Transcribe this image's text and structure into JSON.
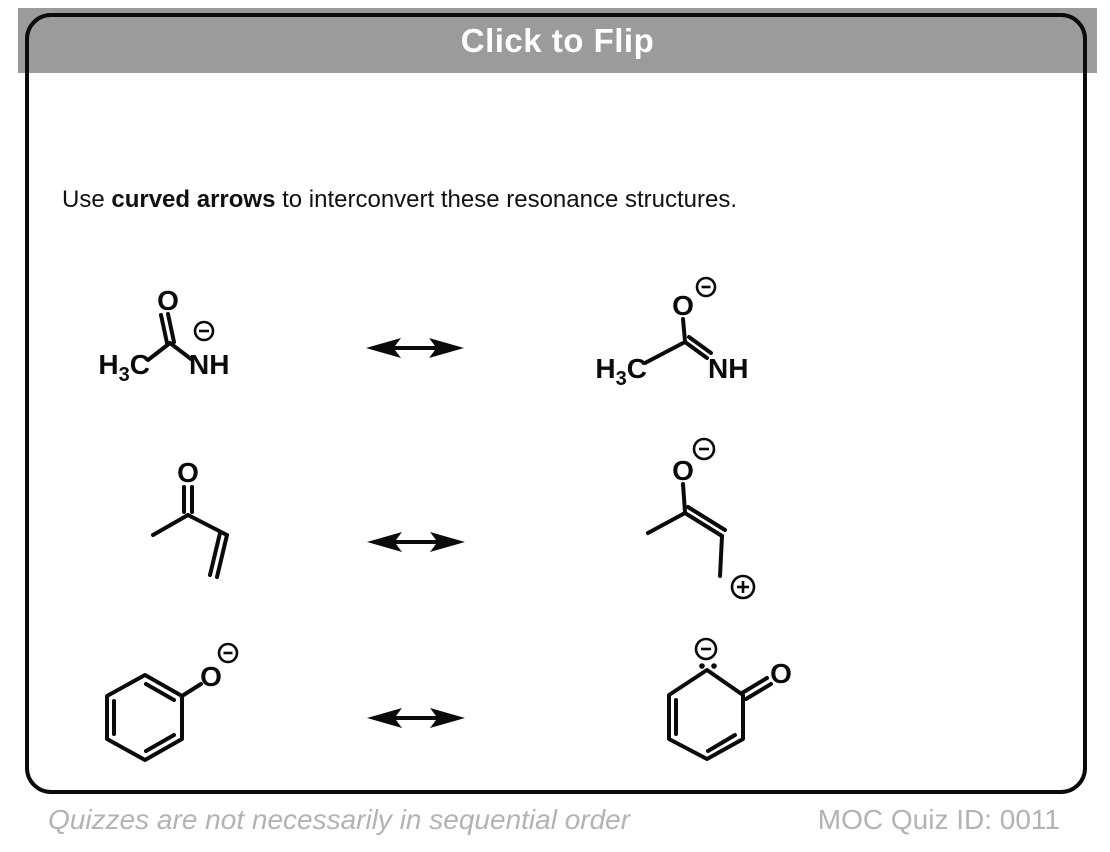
{
  "header": {
    "title": "Click to Flip",
    "bar_color": "#9b9b9b",
    "text_color": "#ffffff"
  },
  "instruction": {
    "pre": "Use ",
    "emphasis": "curved arrows",
    "post": " to interconvert these resonance structures."
  },
  "atom_labels": {
    "o": "O",
    "nh": "NH",
    "h": "H",
    "sub3": "3",
    "c": "C"
  },
  "rows": [
    {
      "left_structure": "acetamide anion: CH3-C(=O)-NH with negative charge on nitrogen",
      "right_structure": "resonance form: CH3-C(-O minus)=NH with negative charge on oxygen"
    },
    {
      "left_structure": "methyl vinyl ketone: CH3-C(=O)-CH=CH2, neutral enone",
      "right_structure": "resonance form: CH3-C(-O minus)=CH-CH2 with positive charge on terminal carbon"
    },
    {
      "left_structure": "phenoxide anion: benzene ring with O minus substituent",
      "right_structure": "resonance form: cyclohexadienone with C=O and carbanion lone pair on ortho ring carbon"
    }
  ],
  "arrow": {
    "meaning": "resonance double-headed arrow"
  },
  "charges": {
    "minus": "circled minus charge",
    "plus": "circled plus charge"
  },
  "footer": {
    "note": "Quizzes are not necessarily in sequential order",
    "quiz_id": "MOC Quiz ID: 0011",
    "text_color": "#b3b3b3"
  }
}
